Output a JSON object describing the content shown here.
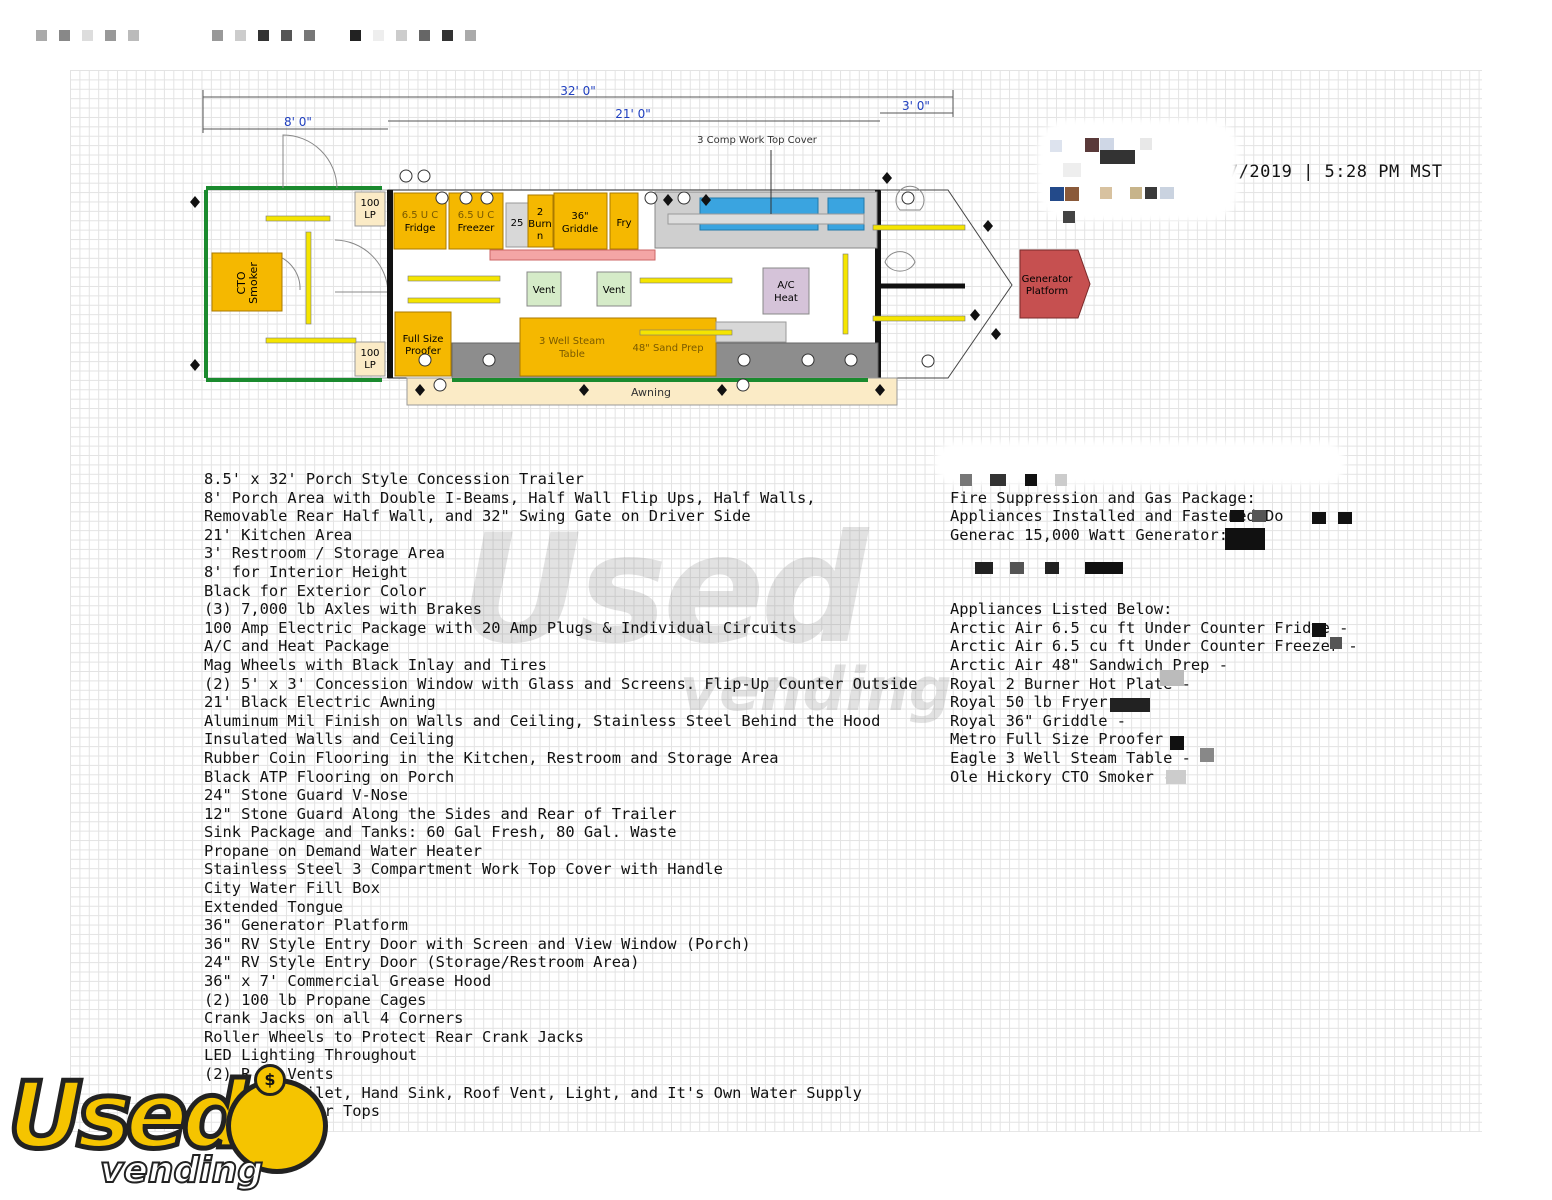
{
  "timestamp": "11/17/2019 | 5:28 PM MST",
  "dimensions": {
    "overall": "32' 0\"",
    "porch": "8' 0\"",
    "kitchen": "21' 0\"",
    "restroom": "3' 0\""
  },
  "floorplan": {
    "work_top_cover": "3 Comp Work Top Cover",
    "lp_top_num": "100",
    "lp_top_unit": "LP",
    "lp_bottom_num": "100",
    "lp_bottom_unit": "LP",
    "smoker": [
      "CTO",
      "Smoker"
    ],
    "fridge_top": "6.5 U C",
    "fridge": "Fridge",
    "freezer_top": "6.5 U C",
    "freezer": "Freezer",
    "burner_25": "25",
    "burner": [
      "2",
      "Burn",
      "n"
    ],
    "griddle": [
      "36\"",
      "Griddle"
    ],
    "fry": "Fry",
    "vent1": "Vent",
    "vent2": "Vent",
    "ac": [
      "A/C",
      "Heat"
    ],
    "proofer": [
      "Full Size",
      "Proofer"
    ],
    "steam": [
      "3 Well Steam",
      "Table"
    ],
    "sandprep": "48\" Sand Prep",
    "awning": "Awning",
    "generator": [
      "Generator",
      "Platform"
    ]
  },
  "specs_left": [
    "8.5' x 32' Porch Style Concession Trailer",
    "8' Porch Area with Double I-Beams, Half Wall Flip Ups, Half Walls,",
    "Removable Rear Half Wall, and 32\" Swing Gate on Driver Side",
    "21' Kitchen Area",
    "3' Restroom / Storage Area",
    "8' for Interior Height",
    "Black for Exterior Color",
    "(3) 7,000 lb Axles with Brakes",
    "100 Amp Electric Package with 20 Amp Plugs & Individual Circuits",
    "A/C and Heat Package",
    "Mag Wheels with Black Inlay and Tires",
    "(2) 5' x 3' Concession Window with Glass and Screens. Flip-Up Counter Outside",
    "21' Black Electric Awning",
    "Aluminum Mil Finish on Walls and Ceiling, Stainless Steel Behind the Hood",
    "Insulated Walls and Ceiling",
    "Rubber Coin Flooring in the Kitchen, Restroom and Storage Area",
    "Black ATP Flooring on Porch",
    "24\" Stone Guard V-Nose",
    "12\" Stone Guard Along the Sides and Rear of Trailer",
    "Sink Package and Tanks: 60 Gal Fresh, 80 Gal. Waste",
    "Propane on Demand Water Heater",
    "Stainless Steel 3 Compartment Work Top Cover with Handle",
    "City Water Fill Box",
    "Extended Tongue",
    "36\" Generator Platform",
    "36\" RV Style Entry Door with Screen and View Window (Porch)",
    "24\" RV Style Entry Door (Storage/Restroom Area)",
    "36\" x 7' Commercial Grease Hood",
    "(2) 100 lb Propane Cages",
    "Crank Jacks on all 4 Corners",
    "Roller Wheels to Protect Rear Crank Jacks",
    "LED Lighting Throughout",
    "(2) R    Vents",
    "       h Toilet, Hand Sink, Roof Vent, Light, and It's Own Water Supply",
    "       Counter Tops"
  ],
  "specs_right": [
    "            ",
    "Fire Suppression and Gas Package: ",
    "Appliances Installed and Fastened Do",
    "Generac 15,000 Watt Generator: ",
    "",
    "",
    "",
    "Appliances Listed Below:",
    "Arctic Air 6.5 cu ft Under Counter Fridge - ",
    "Arctic Air 6.5 cu ft Under Counter Freezer - ",
    "Arctic Air 48\" Sandwich Prep - ",
    "Royal 2 Burner Hot Plate - ",
    "Royal 50 lb Fryer - ",
    "Royal 36\" Griddle - ",
    "Metro Full Size Proofer - ",
    "Eagle 3 Well Steam Table - ",
    "Ole Hickory CTO Smoker - "
  ],
  "watermark": {
    "big": "Used",
    "small": "vending"
  },
  "logo": {
    "big": "Used",
    "small": "vending",
    "coin": "$"
  }
}
